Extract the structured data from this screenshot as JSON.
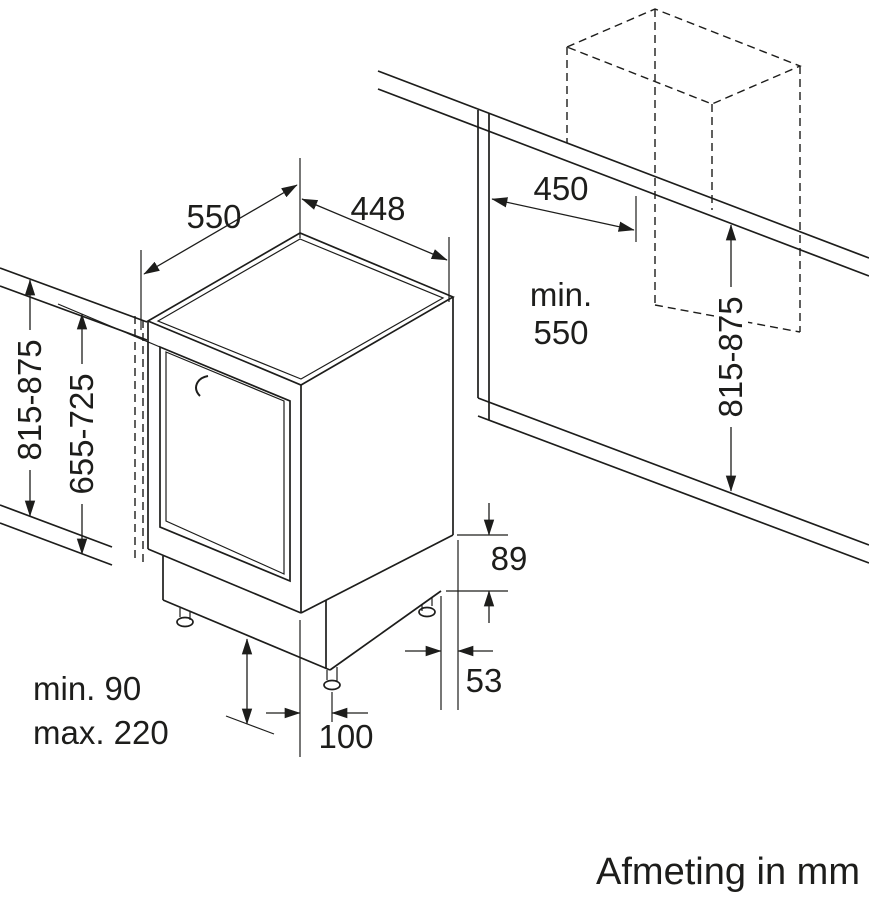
{
  "caption": "Afmeting in mm",
  "colors": {
    "line": "#1d1d1b",
    "background": "#ffffff"
  },
  "labels": {
    "top_depth": "550",
    "top_width": "448",
    "niche_width": "450",
    "niche_depth_min_line1": "min.",
    "niche_depth_min_line2": "550",
    "appliance_height": "815-875",
    "door_panel_height": "655-725",
    "niche_height": "815-875",
    "base_rear_height": "89",
    "base_rear_depth": "53",
    "foot_front_offset": "100",
    "plinth_min": "min. 90",
    "plinth_max": "max. 220"
  }
}
